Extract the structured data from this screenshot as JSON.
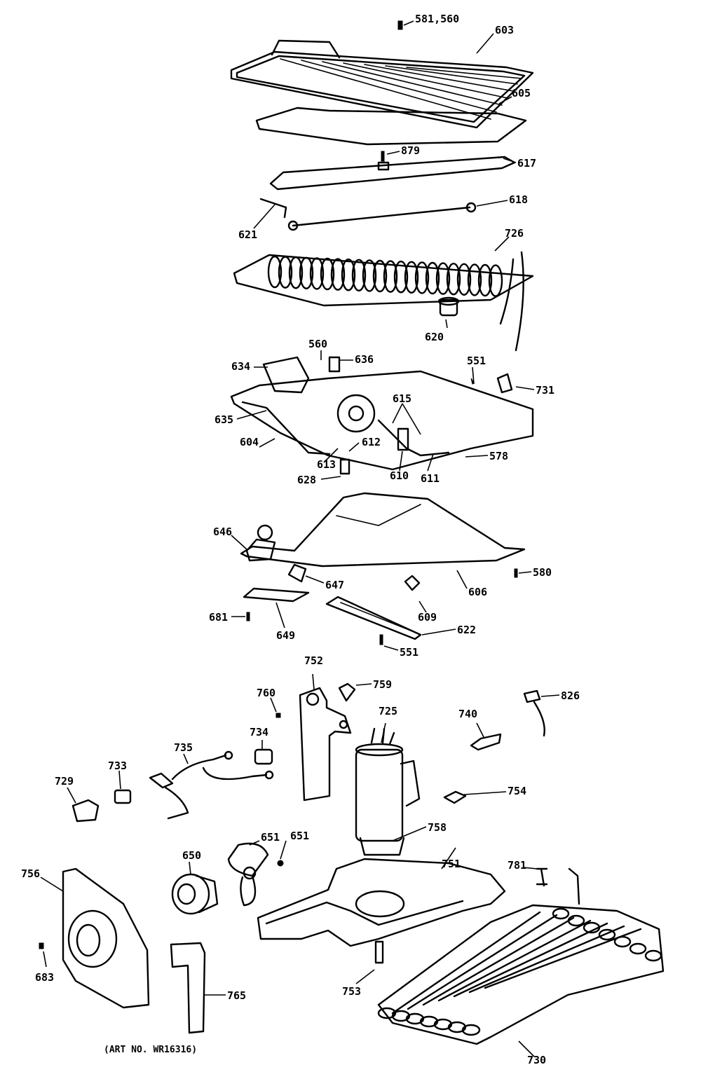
{
  "diagram": {
    "art_number": "(ART NO. WR16316)",
    "labels": [
      {
        "id": "581-560",
        "text": "581,560"
      },
      {
        "id": "603",
        "text": "603"
      },
      {
        "id": "605",
        "text": "605"
      },
      {
        "id": "879",
        "text": "879"
      },
      {
        "id": "617",
        "text": "617"
      },
      {
        "id": "618",
        "text": "618"
      },
      {
        "id": "621",
        "text": "621"
      },
      {
        "id": "726",
        "text": "726"
      },
      {
        "id": "620",
        "text": "620"
      },
      {
        "id": "560",
        "text": "560"
      },
      {
        "id": "636",
        "text": "636"
      },
      {
        "id": "634",
        "text": "634"
      },
      {
        "id": "551a",
        "text": "551"
      },
      {
        "id": "731",
        "text": "731"
      },
      {
        "id": "635",
        "text": "635"
      },
      {
        "id": "615",
        "text": "615"
      },
      {
        "id": "604",
        "text": "604"
      },
      {
        "id": "612",
        "text": "612"
      },
      {
        "id": "613",
        "text": "613"
      },
      {
        "id": "628",
        "text": "628"
      },
      {
        "id": "610",
        "text": "610"
      },
      {
        "id": "611",
        "text": "611"
      },
      {
        "id": "578",
        "text": "578"
      },
      {
        "id": "646",
        "text": "646"
      },
      {
        "id": "647",
        "text": "647"
      },
      {
        "id": "606",
        "text": "606"
      },
      {
        "id": "580",
        "text": "580"
      },
      {
        "id": "609",
        "text": "609"
      },
      {
        "id": "681",
        "text": "681"
      },
      {
        "id": "649",
        "text": "649"
      },
      {
        "id": "622",
        "text": "622"
      },
      {
        "id": "551b",
        "text": "551"
      },
      {
        "id": "752",
        "text": "752"
      },
      {
        "id": "759",
        "text": "759"
      },
      {
        "id": "826",
        "text": "826"
      },
      {
        "id": "760",
        "text": "760"
      },
      {
        "id": "725",
        "text": "725"
      },
      {
        "id": "740",
        "text": "740"
      },
      {
        "id": "734",
        "text": "734"
      },
      {
        "id": "735",
        "text": "735"
      },
      {
        "id": "733",
        "text": "733"
      },
      {
        "id": "729",
        "text": "729"
      },
      {
        "id": "754",
        "text": "754"
      },
      {
        "id": "758",
        "text": "758"
      },
      {
        "id": "651a",
        "text": "651"
      },
      {
        "id": "651b",
        "text": "651"
      },
      {
        "id": "650",
        "text": "650"
      },
      {
        "id": "751",
        "text": "751"
      },
      {
        "id": "781",
        "text": "781"
      },
      {
        "id": "756",
        "text": "756"
      },
      {
        "id": "683",
        "text": "683"
      },
      {
        "id": "753",
        "text": "753"
      },
      {
        "id": "765",
        "text": "765"
      },
      {
        "id": "730",
        "text": "730"
      }
    ]
  }
}
